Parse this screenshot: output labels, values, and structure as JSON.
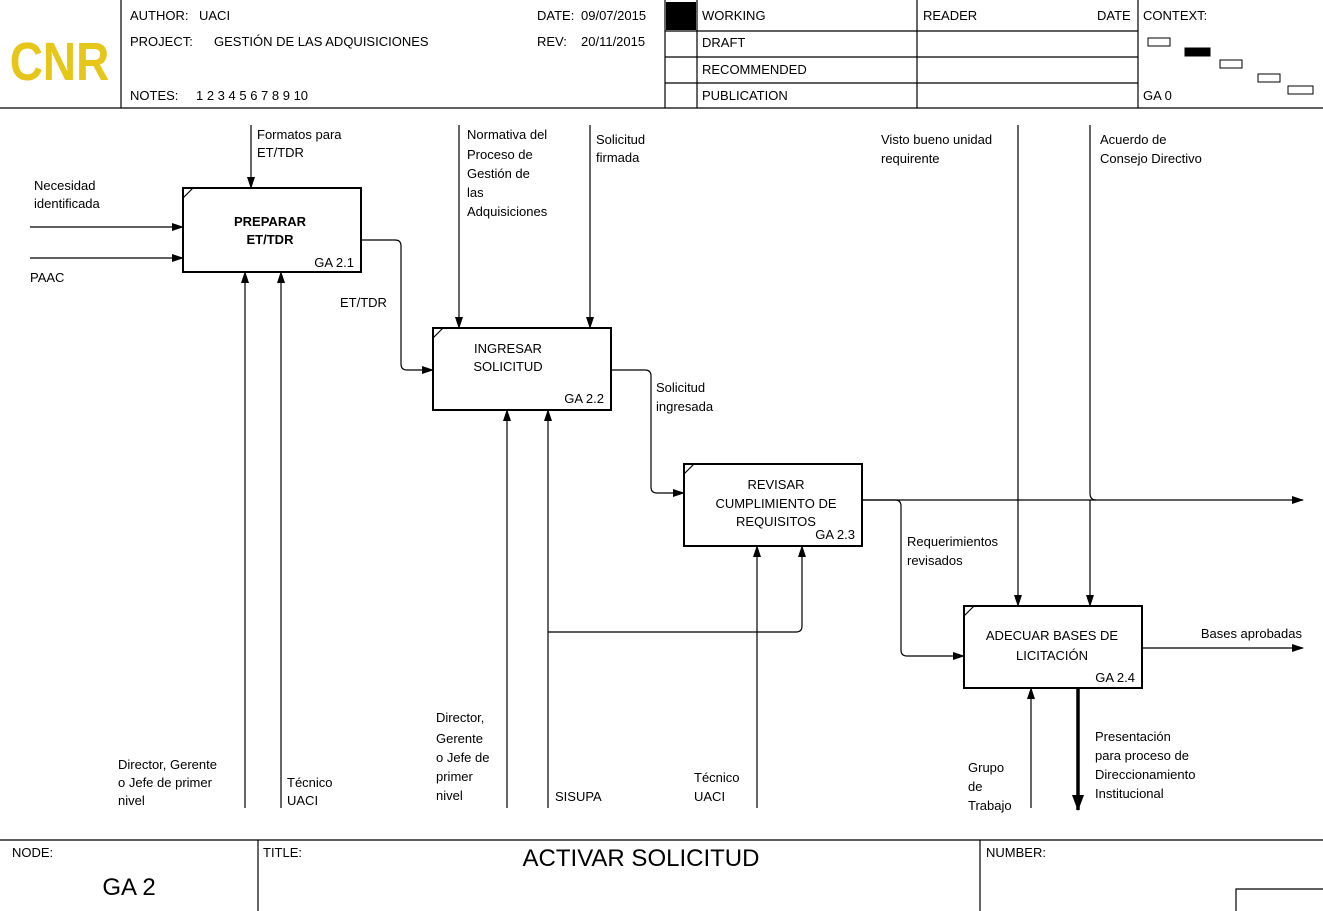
{
  "header": {
    "author_label": "AUTHOR:",
    "author": "UACI",
    "project_label": "PROJECT:",
    "project": "GESTIÓN DE LAS ADQUISICIONES",
    "notes_label": "NOTES:",
    "notes": "1 2 3 4 5 6 7 8 9 10",
    "date_label": "DATE:",
    "date": "09/07/2015",
    "rev_label": "REV:",
    "rev": "20/11/2015",
    "status": [
      "WORKING",
      "DRAFT",
      "RECOMMENDED",
      "PUBLICATION"
    ],
    "reader_label": "READER",
    "reader_date_label": "DATE",
    "context_label": "CONTEXT:",
    "context_node": "GA 0",
    "logo_text": "CNR",
    "colors": {
      "logo": "#e6c619",
      "line": "#000000"
    }
  },
  "boxes": [
    {
      "id": "ga21",
      "line1": "PREPARAR",
      "line2": "ET/TDR",
      "code": "GA 2.1"
    },
    {
      "id": "ga22",
      "line1": "INGRESAR",
      "line2": "SOLICITUD",
      "code": "GA 2.2"
    },
    {
      "id": "ga23",
      "line1": "REVISAR",
      "line2": "CUMPLIMIENTO DE",
      "line3": "REQUISITOS",
      "code": "GA 2.3"
    },
    {
      "id": "ga24",
      "line1": "ADECUAR BASES DE",
      "line2": "LICITACIÓN",
      "code": "GA 2.4"
    }
  ],
  "labels": {
    "necesidad": [
      "Necesidad",
      "identificada"
    ],
    "paac": "PAAC",
    "formatos": [
      "Formatos para",
      "ET/TDR"
    ],
    "ettdr": "ET/TDR",
    "normativa": [
      "Normativa del",
      "Proceso de",
      "Gestión de",
      "las",
      "Adquisiciones"
    ],
    "solicitud_firmada": [
      "Solicitud",
      "firmada"
    ],
    "solicitud_ingresada": [
      "Solicitud",
      "ingresada"
    ],
    "visto_bueno": [
      "Visto bueno unidad",
      "requirente"
    ],
    "acuerdo": [
      "Acuerdo de",
      "Consejo Directivo"
    ],
    "requerimientos": [
      "Requerimientos",
      "revisados"
    ],
    "bases_aprobadas": "Bases aprobadas",
    "presentacion": [
      "Presentación",
      "para proceso de",
      "Direccionamiento",
      "Institucional"
    ],
    "director1": [
      "Director, Gerente",
      "o Jefe de primer",
      "nivel"
    ],
    "tecnico1": [
      "Técnico",
      "UACI"
    ],
    "director2": [
      "Director,",
      "Gerente",
      "o Jefe de",
      "primer",
      "nivel"
    ],
    "sisupa": "SISUPA",
    "tecnico2": [
      "Técnico",
      "UACI"
    ],
    "grupo": [
      "Grupo",
      "de",
      "Trabajo"
    ]
  },
  "footer": {
    "node_label": "NODE:",
    "node": "GA 2",
    "title_label": "TITLE:",
    "title": "ACTIVAR SOLICITUD",
    "number_label": "NUMBER:"
  }
}
